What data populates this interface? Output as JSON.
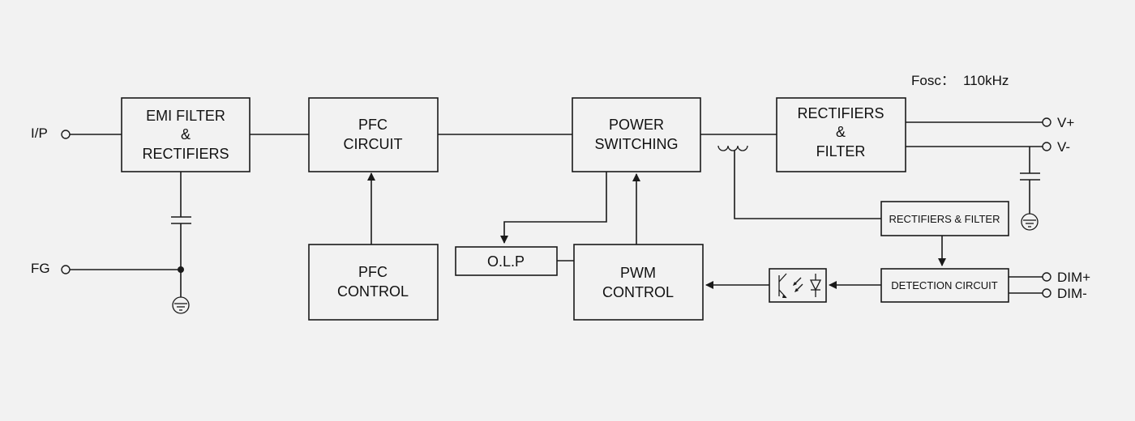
{
  "fosc_label": "Fosc：",
  "fosc_value": "110kHz",
  "terminals": {
    "ip": "I/P",
    "fg": "FG",
    "vplus": "V+",
    "vminus": "V-",
    "dimplus": "DIM+",
    "dimminus": "DIM-"
  },
  "blocks": {
    "emi": [
      "EMI FILTER",
      "&",
      "RECTIFIERS"
    ],
    "pfc_circuit": [
      "PFC",
      "CIRCUIT"
    ],
    "pfc_control": [
      "PFC",
      "CONTROL"
    ],
    "power_switching": [
      "POWER",
      "SWITCHING"
    ],
    "olp": "O.L.P",
    "pwm_control": [
      "PWM",
      "CONTROL"
    ],
    "rect_filter_main": [
      "RECTIFIERS",
      "&",
      "FILTER"
    ],
    "rect_filter_aux": "RECTIFIERS & FILTER",
    "detection": "DETECTION CIRCUIT"
  }
}
